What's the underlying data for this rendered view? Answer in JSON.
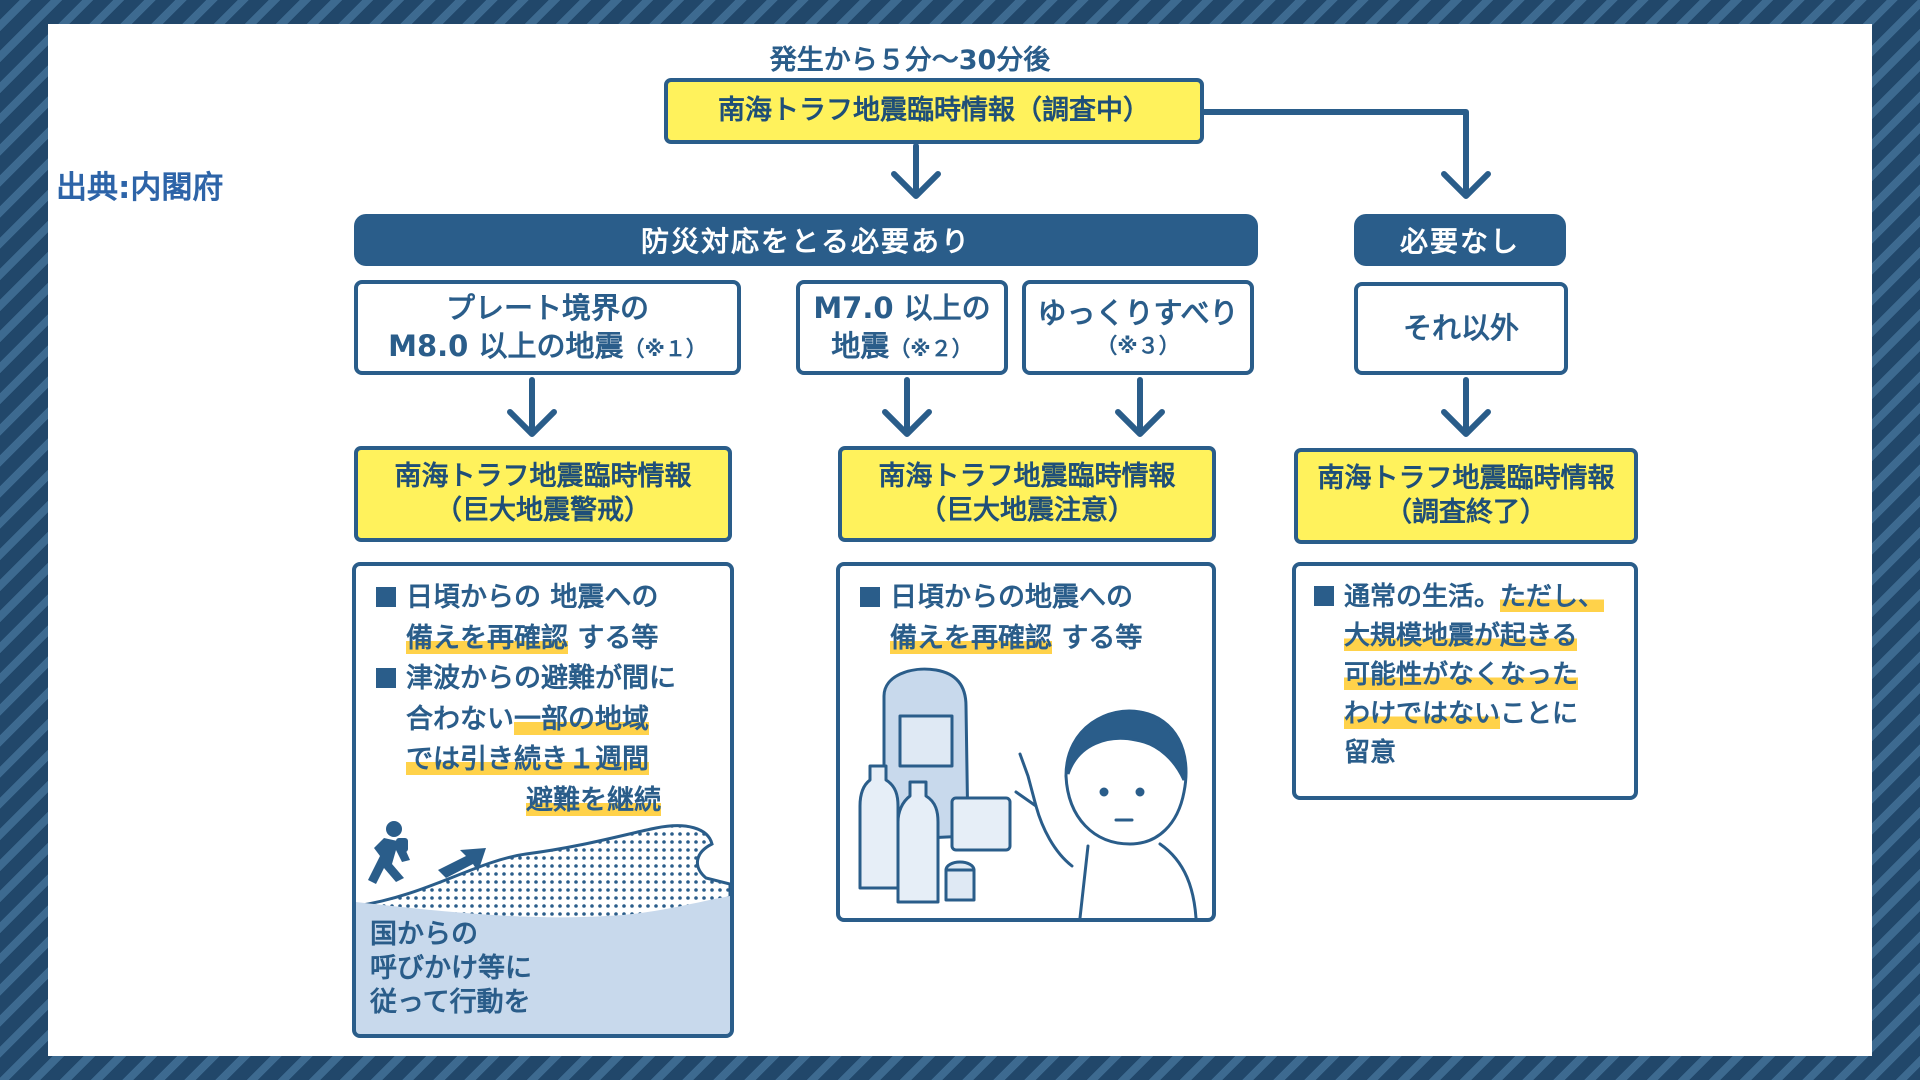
{
  "source": "出典:内閣府",
  "timing": "発生から５分～30分後",
  "top_box": "南海トラフ地震臨時情報（調査中）",
  "bars": {
    "required": "防災対応をとる必要あり",
    "not_required": "必要なし"
  },
  "conditions": {
    "plate": {
      "line1": "プレート境界の",
      "line2": "M8.0 以上の地震",
      "note": "（※１）"
    },
    "m7": {
      "line1": "M7.0 以上の",
      "line2": "地震",
      "note": "（※２）"
    },
    "slip": {
      "line1": "ゆっくりすべり",
      "note": "（※３）"
    },
    "other": {
      "line1": "それ以外"
    }
  },
  "results": {
    "warning": {
      "line1": "南海トラフ地震臨時情報",
      "line2": "（巨大地震警戒）"
    },
    "caution": {
      "line1": "南海トラフ地震臨時情報",
      "line2": "（巨大地震注意）"
    },
    "finished": {
      "line1": "南海トラフ地震臨時情報",
      "line2": "（調査終了）"
    }
  },
  "actions": {
    "warning": {
      "b1_l1": "日頃からの 地震への",
      "b1_l2_hl": "備えを再確認",
      "b1_l2_rest": " する等",
      "b2_l1": "津波からの避難が間に",
      "b2_l2_plain": "合わない",
      "b2_l2_hl": "一部の地域",
      "b2_l3": "では引き続き１週間",
      "b2_l4": "避難を継続",
      "caption_l1": "国からの",
      "caption_l2": "呼びかけ等に",
      "caption_l3": "従って行動を"
    },
    "caution": {
      "b1_l1": "日頃からの地震への",
      "b1_l2_hl": "備えを再確認",
      "b1_l2_rest": " する等"
    },
    "finished": {
      "l1_plain": "通常の生活。",
      "l1_hl": "ただし、",
      "l2": "大規模地震が起きる",
      "l3": "可能性がなくなった",
      "l4_hl": "わけではない",
      "l4_rest": "ことに",
      "l5": "留意"
    }
  },
  "colors": {
    "navy": "#2a5d8a",
    "yellow": "#fff25c",
    "highlight": "#ffd24a"
  }
}
